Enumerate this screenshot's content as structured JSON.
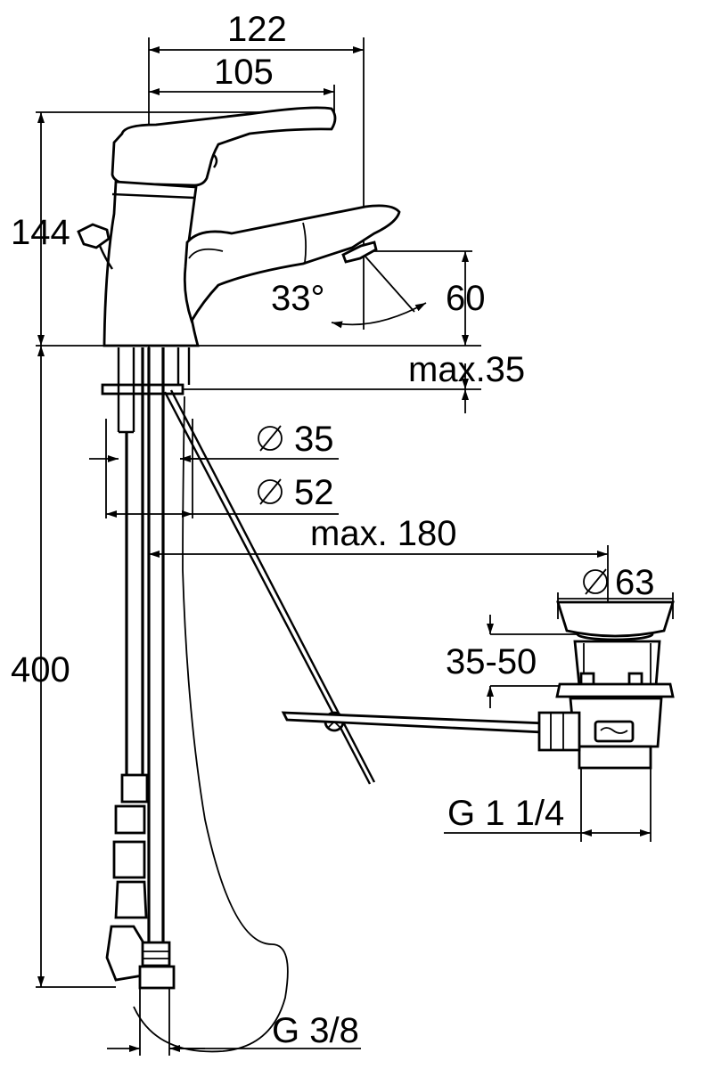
{
  "dimensions": {
    "width_outer": "122",
    "width_inner": "105",
    "height_spout": "144",
    "angle": "33°",
    "spout_clearance": "60",
    "deck_thickness": "max.35",
    "hole_diameter": "35",
    "base_diameter": "52",
    "drain_reach": "max. 180",
    "waste_diameter": "63",
    "waste_range": "35-50",
    "waste_thread": "G 1 1/4",
    "hose_length": "400",
    "supply_thread": "G 3/8"
  },
  "icons": {
    "diameter_symbol": "diameter-icon"
  },
  "colors": {
    "line": "#000000",
    "background": "#ffffff"
  }
}
